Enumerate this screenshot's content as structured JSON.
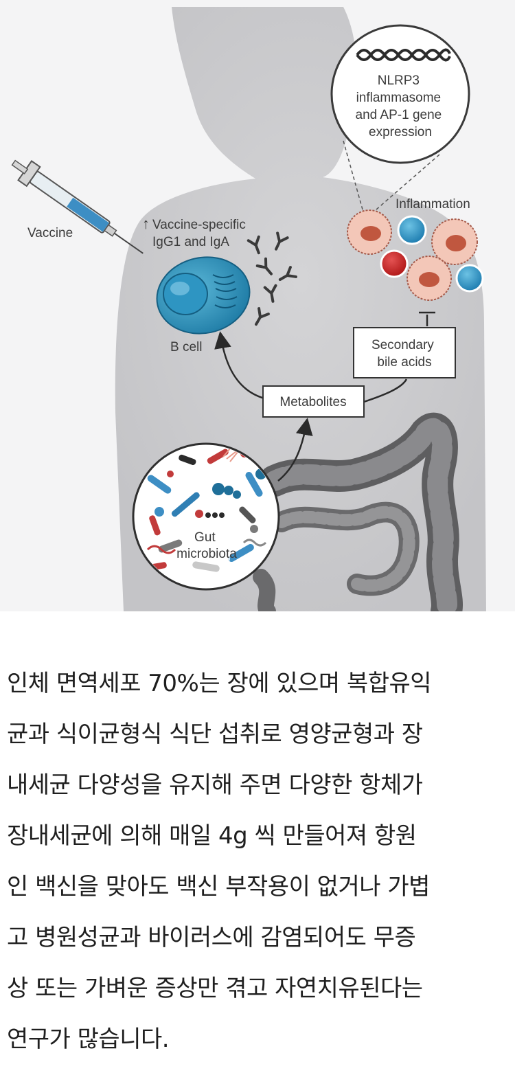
{
  "diagram": {
    "labels": {
      "gene": [
        "NLRP3",
        "inflammasome",
        "and AP-1 gene",
        "expression"
      ],
      "inflammation": "Inflammation",
      "vaccine": "Vaccine",
      "igg_arrow": "↑",
      "igg": [
        "Vaccine-specific",
        "IgG1 and IgA"
      ],
      "b_cell": "B cell",
      "bile": [
        "Secondary",
        "bile acids"
      ],
      "metabolites": "Metabolites",
      "gut": [
        "Gut",
        "microbiota"
      ]
    }
  },
  "caption": {
    "lines": [
      "인체 면역세포 70%는 장에 있으며 복합유익",
      "균과 식이균형식 식단 섭취로 영양균형과 장",
      "내세균 다양성을 유지해 주면 다양한 항체가",
      "장내세균에 의해 매일 4g 씩 만들어져 항원",
      "인 백신을 맞아도 백신 부작용이 없거나 가볍",
      "고 병원성균과 바이러스에 감염되어도 무증",
      "상 또는 가벼운 증상만 겪고 자연치유된다는",
      "연구가 많습니다."
    ]
  }
}
